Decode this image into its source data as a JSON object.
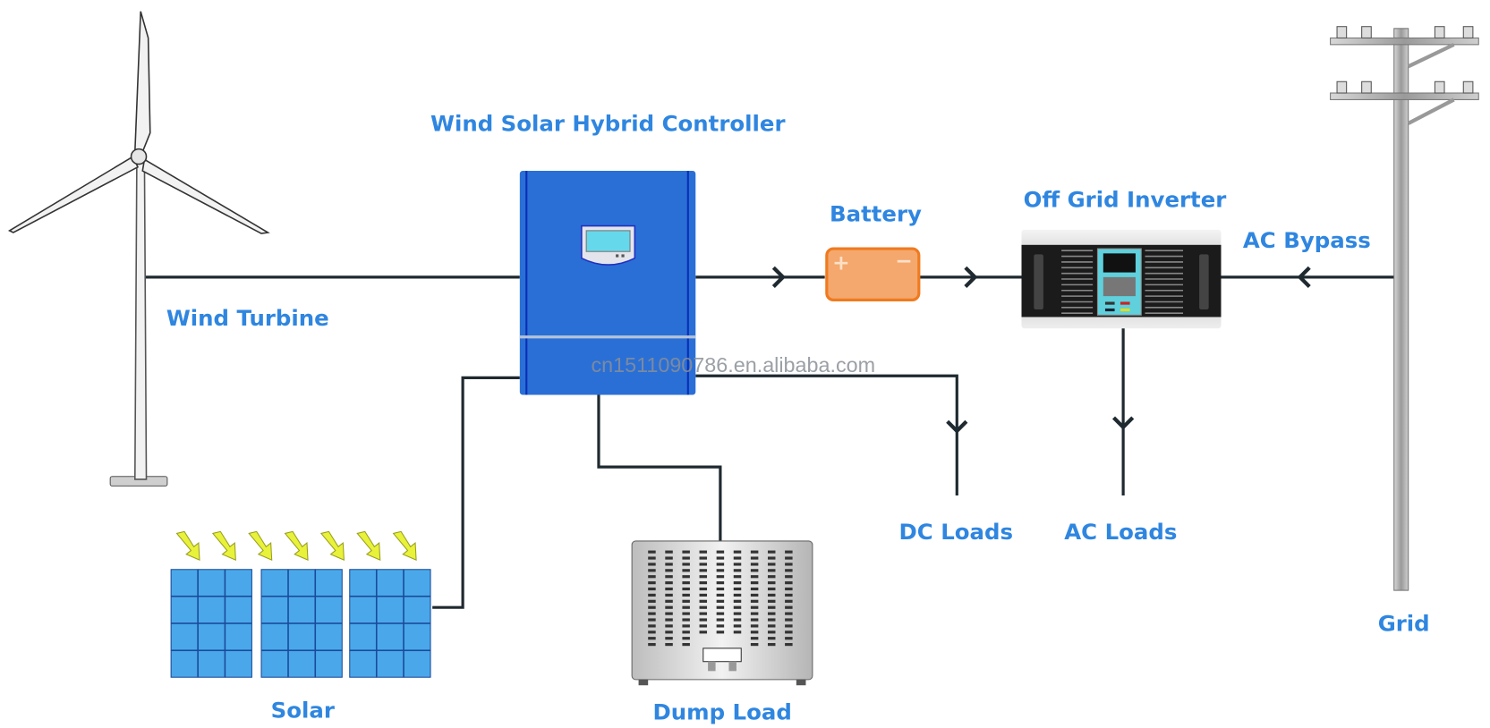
{
  "labels": {
    "controller": "Wind Solar Hybrid Controller",
    "wind_turbine": "Wind Turbine",
    "battery": "Battery",
    "inverter": "Off Grid Inverter",
    "ac_bypass": "AC Bypass",
    "grid": "Grid",
    "dc_loads": "DC Loads",
    "ac_loads": "AC Loads",
    "solar": "Solar",
    "dump_load": "Dump Load"
  },
  "watermark": "cn1511090786.en.alibaba.com",
  "battery_symbols": {
    "plus": "+",
    "minus": "−"
  },
  "colors": {
    "label": "#2f86e0",
    "controller": "#2a6fd6",
    "battery_fill": "#f4a86d",
    "battery_stroke": "#f07a20",
    "line": "#1f2a30",
    "solar_cell": "#4aa8ea",
    "sun_arrow": "#e8f23a"
  }
}
